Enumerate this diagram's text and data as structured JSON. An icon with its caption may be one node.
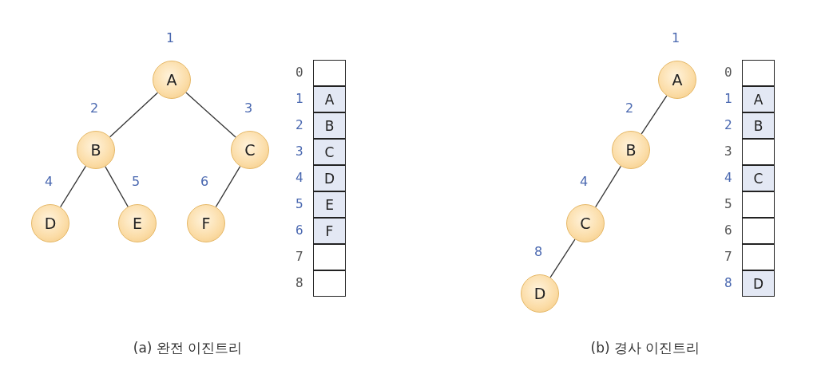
{
  "diagram": {
    "nodes": [
      {
        "text": [
          "A"
        ],
        "beside": [
          "1"
        ]
      },
      {
        "text": [
          "B"
        ],
        "beside": [
          "2"
        ]
      },
      {
        "text": [
          "C"
        ],
        "beside": [
          "3"
        ]
      },
      {
        "text": [
          "D"
        ],
        "beside": [
          "4"
        ]
      },
      {
        "text": [
          "E"
        ],
        "beside": [
          "5"
        ]
      },
      {
        "text": [
          "F"
        ],
        "beside": [
          "6"
        ]
      },
      {
        "text": [],
        "shape": "box",
        "beside": [
          "0"
        ]
      },
      {
        "text": [
          "A"
        ],
        "beside": [
          "1"
        ]
      },
      {
        "text": [
          "B"
        ],
        "beside": [
          "2"
        ]
      },
      {
        "text": [
          "C"
        ],
        "beside": [
          "3"
        ]
      },
      {
        "text": [
          "D"
        ],
        "beside": [
          "4"
        ]
      },
      {
        "text": [
          "E"
        ],
        "beside": [
          "5"
        ]
      },
      {
        "text": [
          "F"
        ],
        "beside": [
          "6"
        ]
      },
      {
        "text": [],
        "shape": "box",
        "beside": [
          "7"
        ]
      },
      {
        "text": [],
        "shape": "box",
        "beside": [
          "8"
        ]
      },
      {
        "text": [
          "A"
        ],
        "beside": [
          "1"
        ]
      },
      {
        "text": [
          "B"
        ],
        "beside": [
          "2"
        ]
      },
      {
        "text": [
          "C"
        ],
        "beside": [
          "4"
        ]
      },
      {
        "text": [
          "D"
        ],
        "beside": [
          "8"
        ]
      },
      {
        "text": [],
        "shape": "box",
        "beside": [
          "0"
        ]
      },
      {
        "text": [
          "A"
        ],
        "beside": [
          "1"
        ]
      },
      {
        "text": [
          "B"
        ],
        "beside": [
          "2"
        ]
      },
      {
        "text": [],
        "shape": "box",
        "beside": [
          "3"
        ]
      },
      {
        "text": [
          "C"
        ],
        "beside": [
          "4"
        ]
      },
      {
        "text": [],
        "shape": "box",
        "beside": [
          "5"
        ]
      },
      {
        "text": [],
        "shape": "box",
        "beside": [
          "6"
        ]
      },
      {
        "text": [],
        "shape": "box",
        "beside": [
          "7"
        ]
      },
      {
        "text": [
          "D"
        ],
        "beside": [
          "8"
        ]
      }
    ],
    "edges": [
      {
        "from": 0,
        "to": 1,
        "arrow": "none"
      },
      {
        "from": 0,
        "to": 2,
        "arrow": "none"
      },
      {
        "from": 1,
        "to": 3,
        "arrow": "none"
      },
      {
        "from": 1,
        "to": 4,
        "arrow": "none"
      },
      {
        "from": 2,
        "to": 5,
        "arrow": "none"
      },
      {
        "from": 15,
        "to": 16,
        "arrow": "none"
      },
      {
        "from": 16,
        "to": 17,
        "arrow": "none"
      },
      {
        "from": 17,
        "to": 18,
        "arrow": "none"
      }
    ],
    "labels": [
      "(a) 완전 이진트리",
      "(b) 경사 이진트리"
    ]
  }
}
